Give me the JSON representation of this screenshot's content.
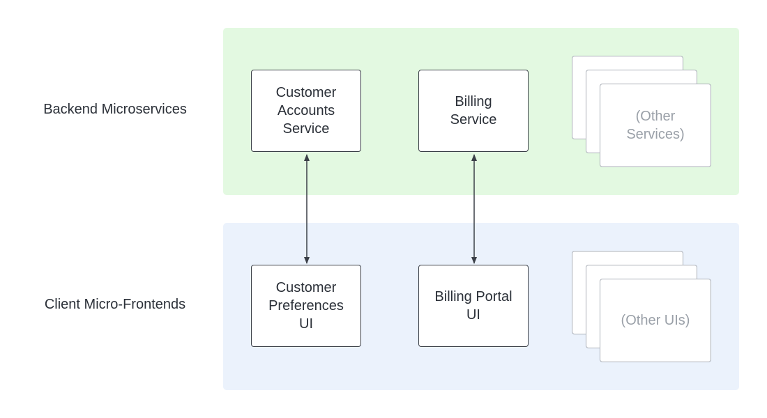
{
  "colors": {
    "backend_lane": "#e3f9e1",
    "frontend_lane": "#ebf2fc",
    "box_border": "#3a3f47",
    "ghost_border": "#a9aeb6",
    "arrow": "#3a3f47"
  },
  "rows": {
    "backend_label": "Backend Microservices",
    "frontend_label": "Client Micro-Frontends"
  },
  "backend": {
    "customer_accounts": "Customer\nAccounts\nService",
    "billing": "Billing\nService",
    "others": "(Other\nServices)"
  },
  "frontend": {
    "customer_preferences": "Customer\nPreferences\nUI",
    "billing_portal": "Billing Portal\nUI",
    "others": "(Other UIs)"
  },
  "connections": [
    {
      "from": "Customer Accounts Service",
      "to": "Customer Preferences UI",
      "bidirectional": true
    },
    {
      "from": "Billing Service",
      "to": "Billing Portal UI",
      "bidirectional": true
    }
  ]
}
